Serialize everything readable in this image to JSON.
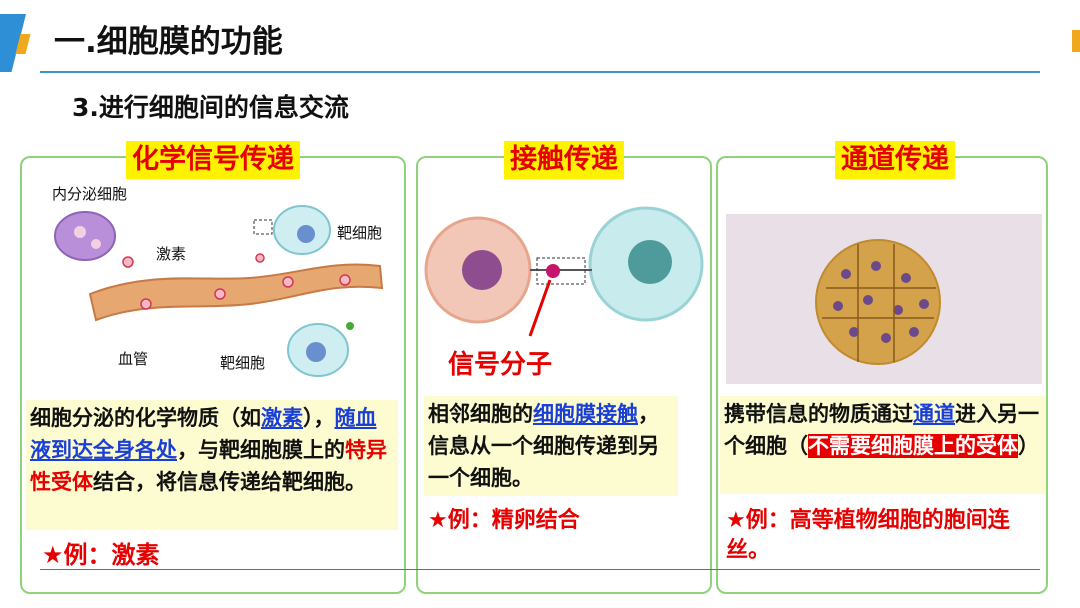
{
  "header": {
    "title": "一.细胞膜的功能",
    "subtitle": "3.进行细胞间的信息交流"
  },
  "panels": [
    {
      "heading": "化学信号传递",
      "labels": {
        "endocrine_cell": "内分泌细胞",
        "hormone": "激素",
        "target_cell_top": "靶细胞",
        "blood_vessel": "血管",
        "target_cell_bottom": "靶细胞"
      },
      "description": {
        "t1": "细胞分泌的化学物质（如",
        "t2": "激素",
        "t3": "），",
        "t4": "随血液到达全身各处",
        "t5": "，与靶细胞膜上的",
        "t6": "特异性受体",
        "t7": "结合，将信息传递给靶细胞。"
      },
      "example": "★例：激素"
    },
    {
      "heading": "接触传递",
      "labels": {
        "signal_molecule": "信号分子"
      },
      "description": {
        "t1": "相邻细胞的",
        "t2": "细胞膜接触",
        "t3": "，信息从一个细胞传递到另一个细胞。"
      },
      "example": "★例：精卵结合"
    },
    {
      "heading": "通道传递",
      "description": {
        "t1": "携带信息的物质通过",
        "t2": "通道",
        "t3": "进入另一个细胞（",
        "t4": "不需要细胞膜上的受体",
        "t5": "）"
      },
      "example": "★例：高等植物细胞的胞间连丝。"
    }
  ],
  "colors": {
    "heading_text": "#e60000",
    "heading_bg": "#fff200",
    "panel_border": "#8fd27a",
    "highlight_blue": "#1a3fd6",
    "accent_blue": "#2f8fd6",
    "accent_orange": "#f0a81c"
  }
}
